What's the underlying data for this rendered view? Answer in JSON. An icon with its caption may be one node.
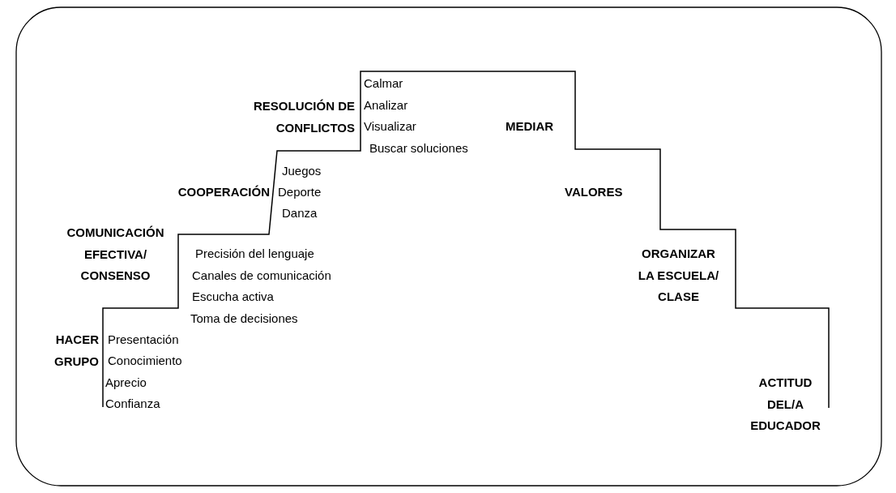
{
  "diagram": {
    "labels": [
      "RESOLUCIÓN DE CONFLICTOS",
      "Calmar",
      "Analizar",
      "Visualizar",
      "Buscar soluciones",
      "MEDIAR",
      "COOPERACIÓN",
      "Juegos",
      "Deporte",
      "Danza",
      "VALORES",
      "COMUNICACIÓN EFECTIVA/ CONSENSO",
      "Precisión del lenguaje",
      "Canales de comunicación",
      "Escucha activa",
      "Toma de decisiones",
      "ORGANIZAR LA ESCUELA/ CLASE",
      "HACER GRUPO",
      "Presentación",
      "Conocimiento",
      "Aprecio",
      "Confianza",
      "ACTITUD DEL/A EDUCADOR"
    ]
  }
}
